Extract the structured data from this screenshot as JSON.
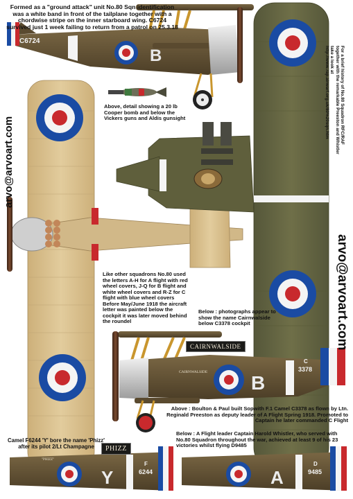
{
  "captions": {
    "top": "Formed as a \"ground attack\" unit No.80 Sqn identification was a white band in front of the tailplane together with a chordwise stripe on the inner starboard wing. C6724 survived just 1 week failing to return from a patrol on 25.3.18",
    "bomb": "Above, detail showing a 20 lb Cooper bomb and below the Vickers guns and Aldis gunsight",
    "letters": "Like other squadrons No.80 used the letters A-H for A flight with red wheel covers, J-Q for B flight and white wheel covers and R-Z for C flight with blue wheel covers Before May/June 1918 the aircraft letter was painted below the cockpit it was later moved behind the roundel",
    "photos": "Below : photographs appear to show the name Cairnwalside below C3378 cockpit",
    "c3378": "Above : Boulton & Paul built Sopwith F.1 Camel C3378 as flown by Ltn. Reginald Preeston as deputy leader of A Flight Spring 1918. Promoted to Captain he later commanded C Flight",
    "phizz": "Camel F6244 'Y' bore the name 'Phizz' after its pilot 2/Lt Champagne",
    "whistler": "Below : A Flight leader Captain Harold Whistler, who served with No.80 Squadron throughout the war, achieved at least 9 of his 23 victories whilst flying D9485"
  },
  "branding": {
    "left": "arvo@arvoart.com",
    "right": "arvo@arvoart.com",
    "reference": "For a brief history of No.80 Squadron RFC/RAF together with the remarkable Preeston and Whistler take a look at http://www.rap.airwarf.org.uk/80%20sqn.htm"
  },
  "nameplates": {
    "cairnwalside": "CAIRNWALSIDE",
    "phizz": "PHIZZ"
  },
  "aircraft": {
    "top_side": {
      "serial": "C6724",
      "letter": "B"
    },
    "main_side": {
      "serial": "C3378",
      "serial_split": [
        "C",
        "3378"
      ],
      "letter": "B",
      "fuselage_name": "CAIRNWALSIDE"
    },
    "bottom_left": {
      "serial": "F6244",
      "serial_split": [
        "F",
        "6244"
      ],
      "letter": "Y",
      "fuselage_name": "\"PHIZZ\""
    },
    "bottom_right": {
      "serial": "D9485",
      "serial_split": [
        "D",
        "9485"
      ],
      "letter": "A"
    }
  },
  "colors": {
    "pc10": "#6b5a3a",
    "pc10_dark": "#4e4029",
    "olive_plan": "#63633f",
    "cdl": "#d8bf8e",
    "cdl_dark": "#c2a674",
    "roundel_blue": "#1a4ba3",
    "roundel_red": "#c8292d",
    "cowl": "#d7d7d7",
    "strut": "#c9962e",
    "white": "#f4f4f4"
  }
}
